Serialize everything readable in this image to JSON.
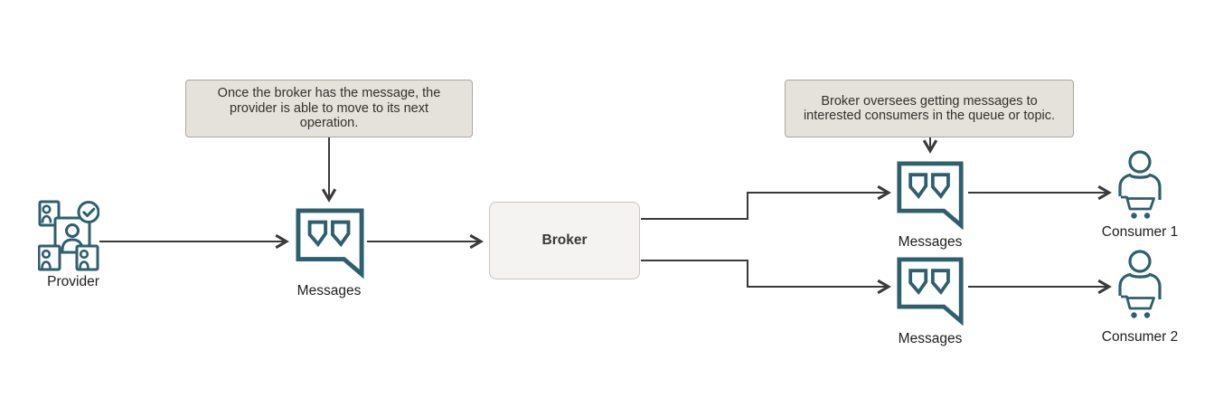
{
  "diagram": {
    "callouts": [
      {
        "text": "Once the broker has the message, the provider is able to move to its next operation."
      },
      {
        "text": "Broker oversees getting messages to interested consumers in the queue or topic."
      }
    ],
    "nodes": {
      "provider": {
        "label": "Provider",
        "icon": "provider-group-check-icon"
      },
      "messages1": {
        "label": "Messages",
        "icon": "messages-quote-bubble-icon"
      },
      "broker": {
        "label": "Broker",
        "shape": "rounded-box"
      },
      "messages2": {
        "label": "Messages",
        "icon": "messages-quote-bubble-icon"
      },
      "messages3": {
        "label": "Messages",
        "icon": "messages-quote-bubble-icon"
      },
      "consumer1": {
        "label": "Consumer 1",
        "icon": "consumer-cart-icon"
      },
      "consumer2": {
        "label": "Consumer 2",
        "icon": "consumer-cart-icon"
      }
    },
    "edges": [
      {
        "from": "provider",
        "to": "messages1"
      },
      {
        "from": "messages1",
        "to": "broker"
      },
      {
        "from": "callout-1",
        "to": "messages1"
      },
      {
        "from": "broker",
        "to": "messages2"
      },
      {
        "from": "broker",
        "to": "messages3"
      },
      {
        "from": "callout-2",
        "to": "messages2"
      },
      {
        "from": "messages2",
        "to": "consumer1"
      },
      {
        "from": "messages3",
        "to": "consumer2"
      }
    ],
    "colors": {
      "icon_teal": "#2d5f6e",
      "callout_bg": "#e5e2dc",
      "callout_border": "#aaa69f",
      "box_bg": "#f4f3f1",
      "box_border": "#c9c6c0",
      "connector": "#3a3a3a",
      "label_text": "#1e1d1b",
      "callout_text": "#33312d"
    }
  }
}
